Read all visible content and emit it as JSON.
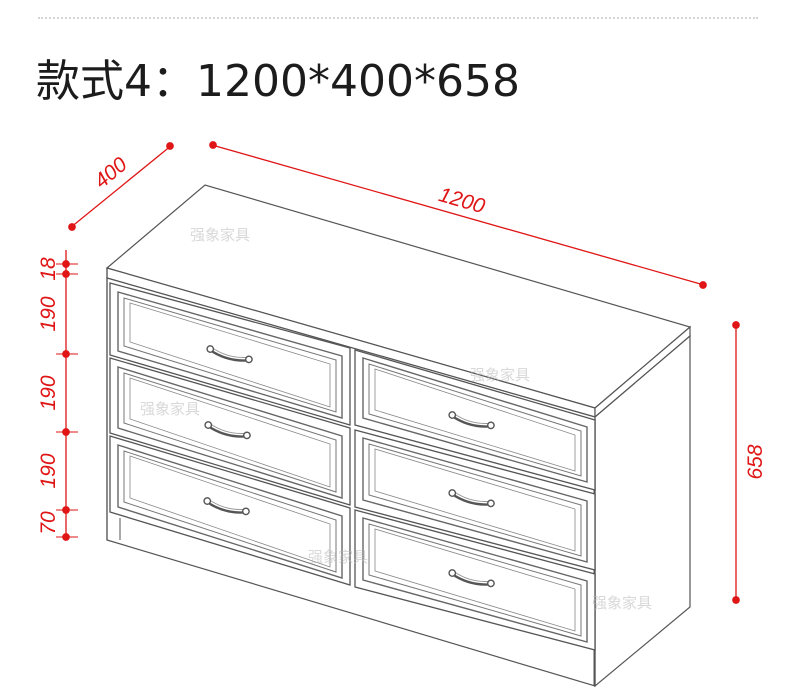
{
  "title": "款式4：1200*400*658",
  "dimensions": {
    "width": "1200",
    "depth": "400",
    "height": "658",
    "top": "18",
    "drawer_top": "190",
    "drawer_middle": "190",
    "drawer_bottom": "190",
    "plinth": "70"
  },
  "watermark": "强象家具",
  "colors": {
    "dimension": "#e01515",
    "outline": "#555555",
    "title": "#1c1c1c"
  }
}
